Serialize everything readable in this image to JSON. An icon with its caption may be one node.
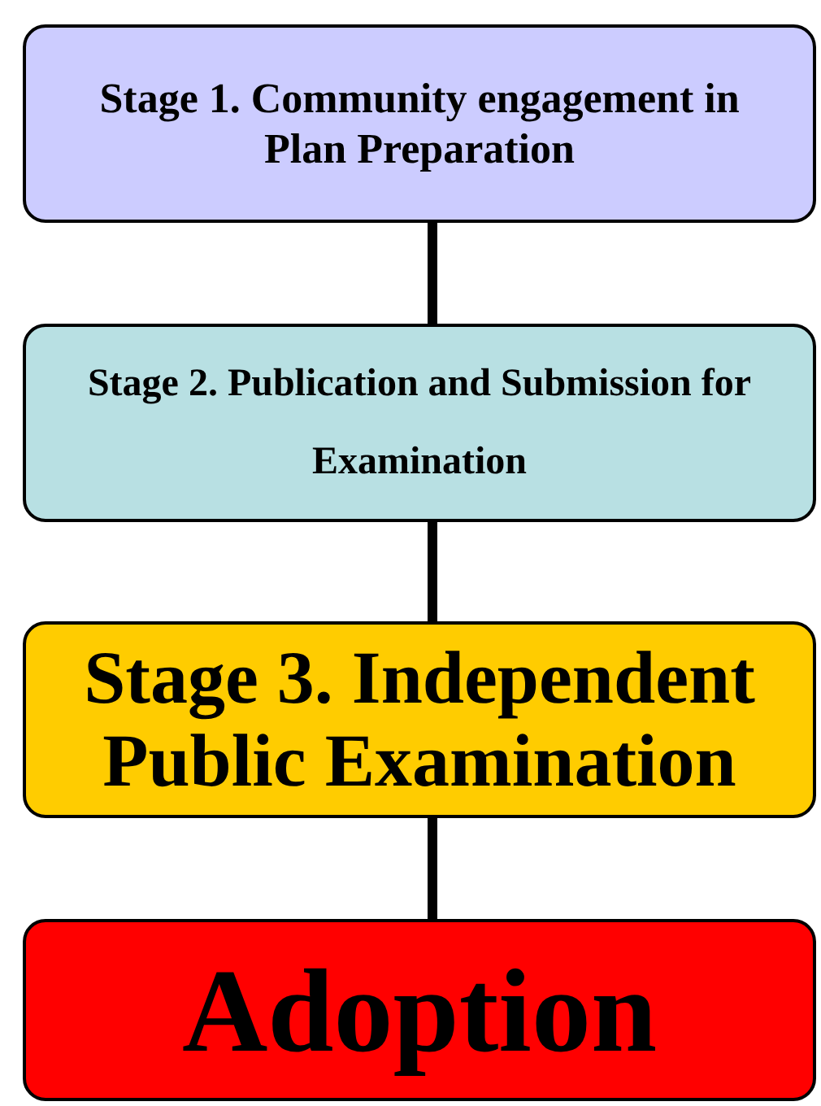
{
  "diagram": {
    "nodes": [
      {
        "text": [
          "Stage 1. Community engagement in Plan Preparation"
        ]
      },
      {
        "text": [
          "Stage 2. Publication and Submission for Examination"
        ]
      },
      {
        "text": [
          "Stage 3. Independent Public Examination"
        ]
      },
      {
        "text": [
          "Adoption"
        ]
      }
    ],
    "edges": [
      {
        "from": 0,
        "to": 1,
        "arrow": "none"
      },
      {
        "from": 1,
        "to": 2,
        "arrow": "none"
      },
      {
        "from": 2,
        "to": 3,
        "arrow": "none"
      }
    ]
  }
}
